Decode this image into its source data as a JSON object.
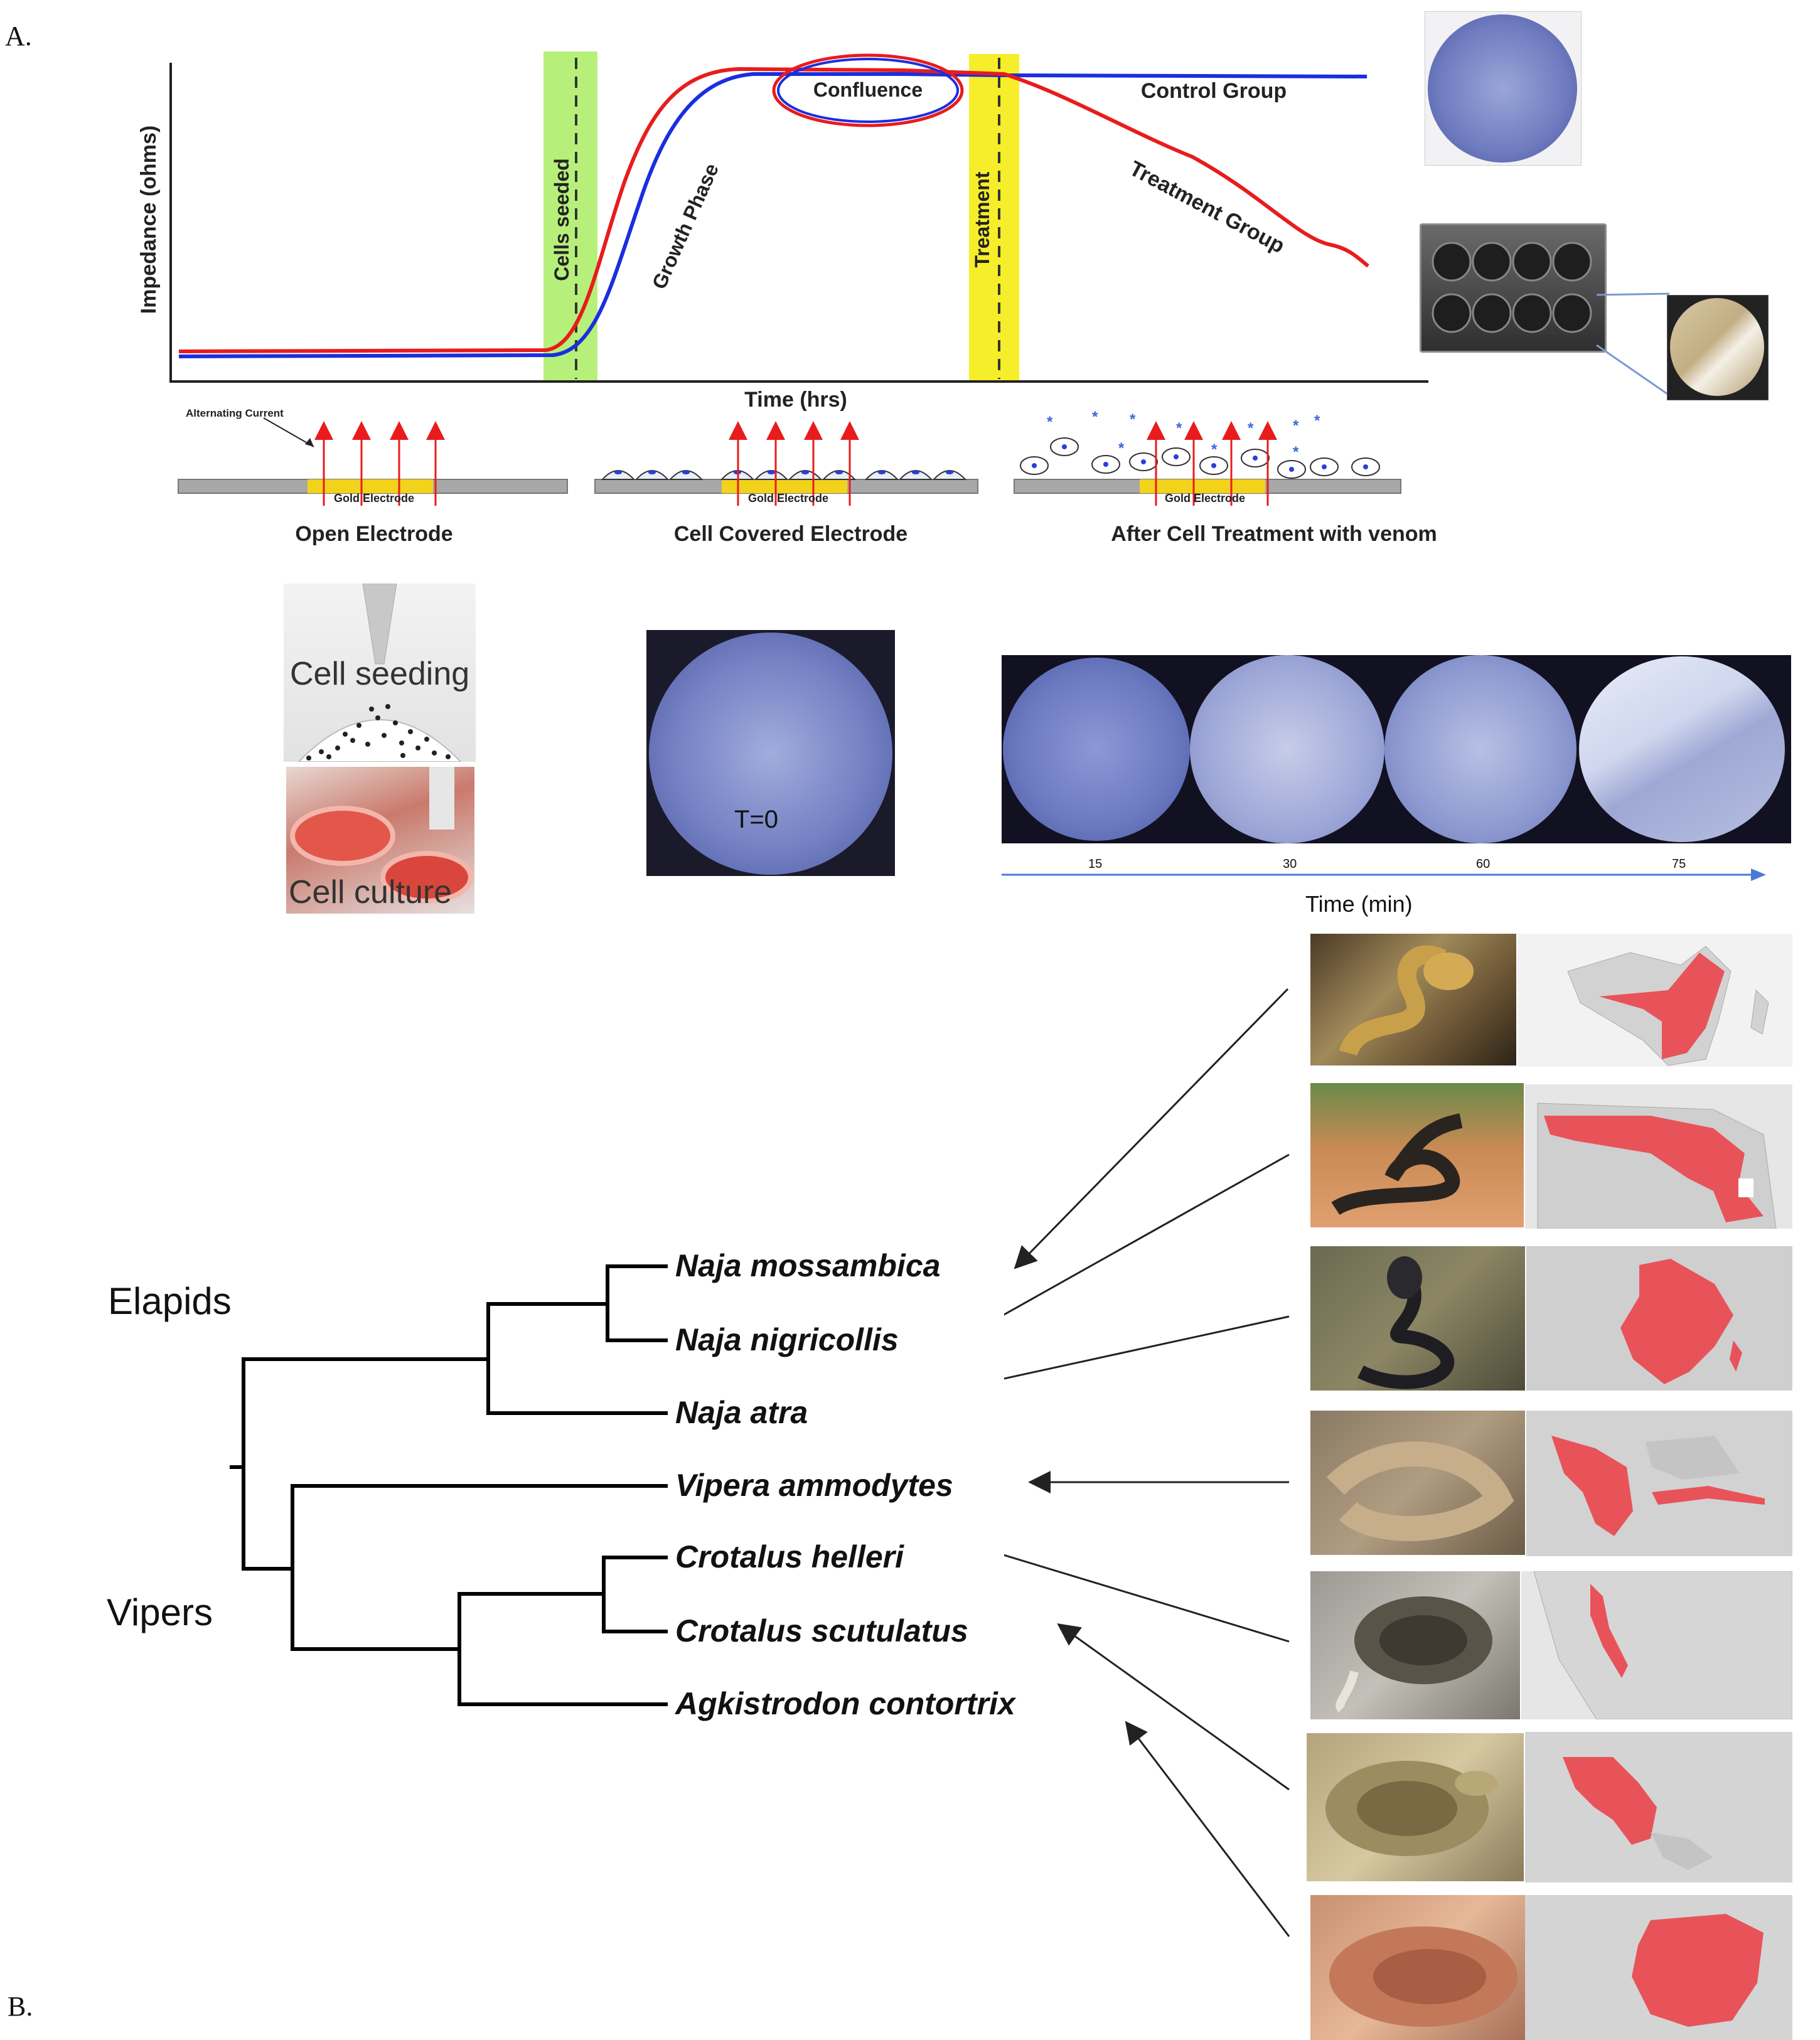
{
  "panel_labels": {
    "a": "A.",
    "b": "B."
  },
  "impedance_chart": {
    "ylabel": "Impedance (ohms)",
    "xlabel": "Time (hrs)",
    "band_cells_seeded": "Cells seeded",
    "band_treatment": "Treatment",
    "label_growth": "Growth Phase",
    "label_confluence": "Confluence",
    "label_control": "Control Group",
    "label_treatment_group": "Treatment Group"
  },
  "electrodes": {
    "alternating_current": "Alternating Current",
    "gold_electrode": "Gold Electrode",
    "open": "Open Electrode",
    "covered": "Cell Covered Electrode",
    "after": "After Cell Treatment with venom"
  },
  "culture": {
    "seeding": "Cell seeding",
    "culture": "Cell culture",
    "t0": "T=0"
  },
  "timeline": {
    "ticks": [
      "15",
      "30",
      "60",
      "75"
    ],
    "label": "Time (min)"
  },
  "tree": {
    "group_elapids": "Elapids",
    "group_vipers": "Vipers",
    "species": [
      "Naja mossambica",
      "Naja nigricollis",
      "Naja atra",
      "Vipera ammodytes",
      "Crotalus helleri",
      "Crotalus scutulatus",
      "Agkistrodon contortrix"
    ]
  },
  "colors": {
    "control": "#1a2ee0",
    "treatment": "#e81c1c",
    "seed_band": "#b6f07a",
    "treat_band": "#f6ee2a",
    "range": "#e8535a"
  }
}
